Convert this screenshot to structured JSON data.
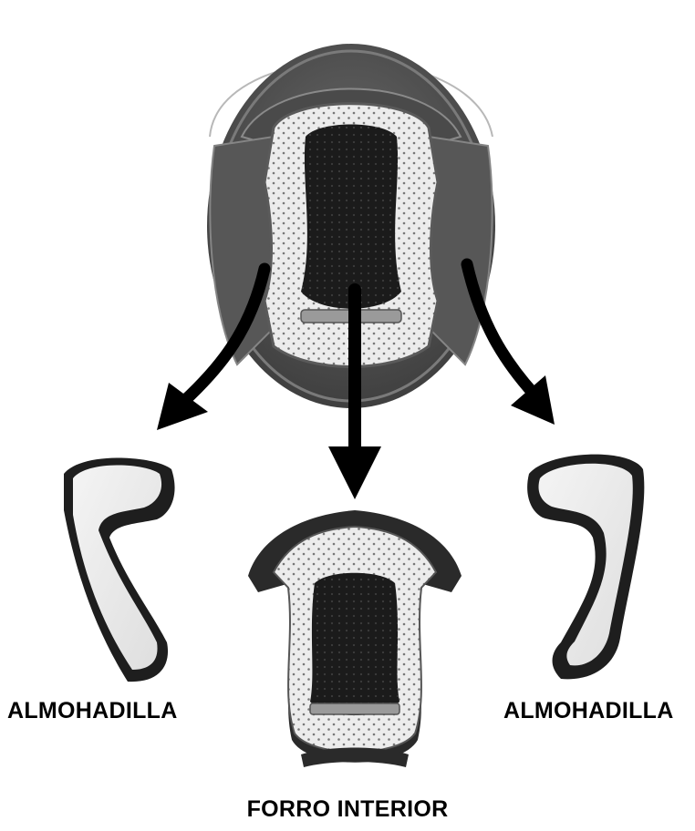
{
  "labels": {
    "left_pad": "ALMOHADILLA",
    "right_pad": "ALMOHADILLA",
    "inner_liner": "FORRO INTERIOR"
  },
  "colors": {
    "background": "#ffffff",
    "shell_dark": "#555555",
    "pad_light": "#e9e9e9",
    "foam_dark": "#1e1e1e",
    "arrow": "#000000"
  },
  "icons": {
    "helmet": "helmet-interior-view",
    "left_cheek_pad": "cheek-pad-left",
    "right_cheek_pad": "cheek-pad-right",
    "liner": "inner-liner",
    "arrows": "down-arrow"
  }
}
